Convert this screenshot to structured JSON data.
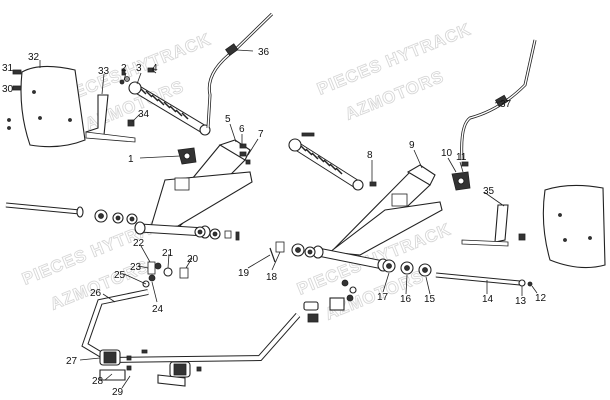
{
  "watermark": {
    "line1": "PIECES HYTRACK",
    "line2": "AZMOTORS"
  },
  "callouts": [
    "1",
    "2",
    "3",
    "4",
    "5",
    "6",
    "7",
    "8",
    "9",
    "10",
    "11",
    "12",
    "13",
    "14",
    "15",
    "16",
    "17",
    "18",
    "19",
    "20",
    "21",
    "22",
    "23",
    "24",
    "25",
    "26",
    "27",
    "28",
    "29",
    "30",
    "31",
    "32",
    "33",
    "34",
    "35",
    "36",
    "37"
  ]
}
